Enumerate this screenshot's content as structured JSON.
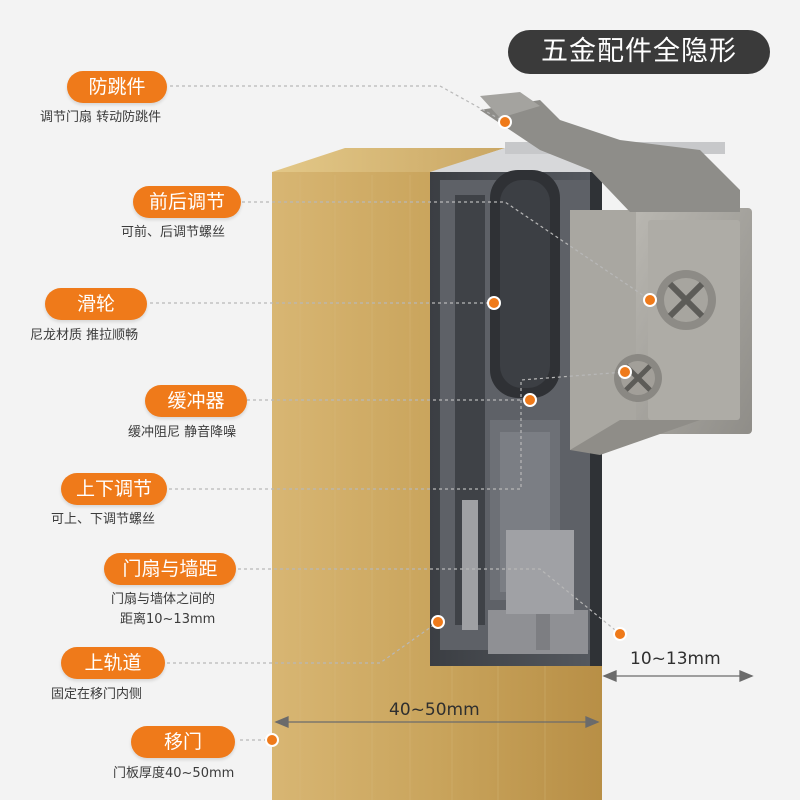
{
  "title": "五金配件全隐形",
  "features": [
    {
      "label": "防跳件",
      "desc": "调节门扇 转动防跳件"
    },
    {
      "label": "前后调节",
      "desc": "可前、后调节螺丝"
    },
    {
      "label": "滑轮",
      "desc": "尼龙材质 推拉顺畅"
    },
    {
      "label": "缓冲器",
      "desc": "缓冲阻尼 静音降噪"
    },
    {
      "label": "上下调节",
      "desc": "可上、下调节螺丝"
    },
    {
      "label": "门扇与墙距",
      "desc_line1": "门扇与墙体之间的",
      "desc_line2": "距离10~13mm"
    },
    {
      "label": "上轨道",
      "desc": "固定在移门内侧"
    },
    {
      "label": "移门",
      "desc": "门板厚度40~50mm"
    }
  ],
  "dimensions": {
    "gap": "10~13mm",
    "door_thickness": "40~50mm"
  },
  "colors": {
    "accent": "#ef7a1a",
    "title_bg": "#3a3a3a",
    "door_wood": "#c9a55e",
    "rail_dark": "#4a4d52",
    "metal_gray": "#9c9a95"
  }
}
